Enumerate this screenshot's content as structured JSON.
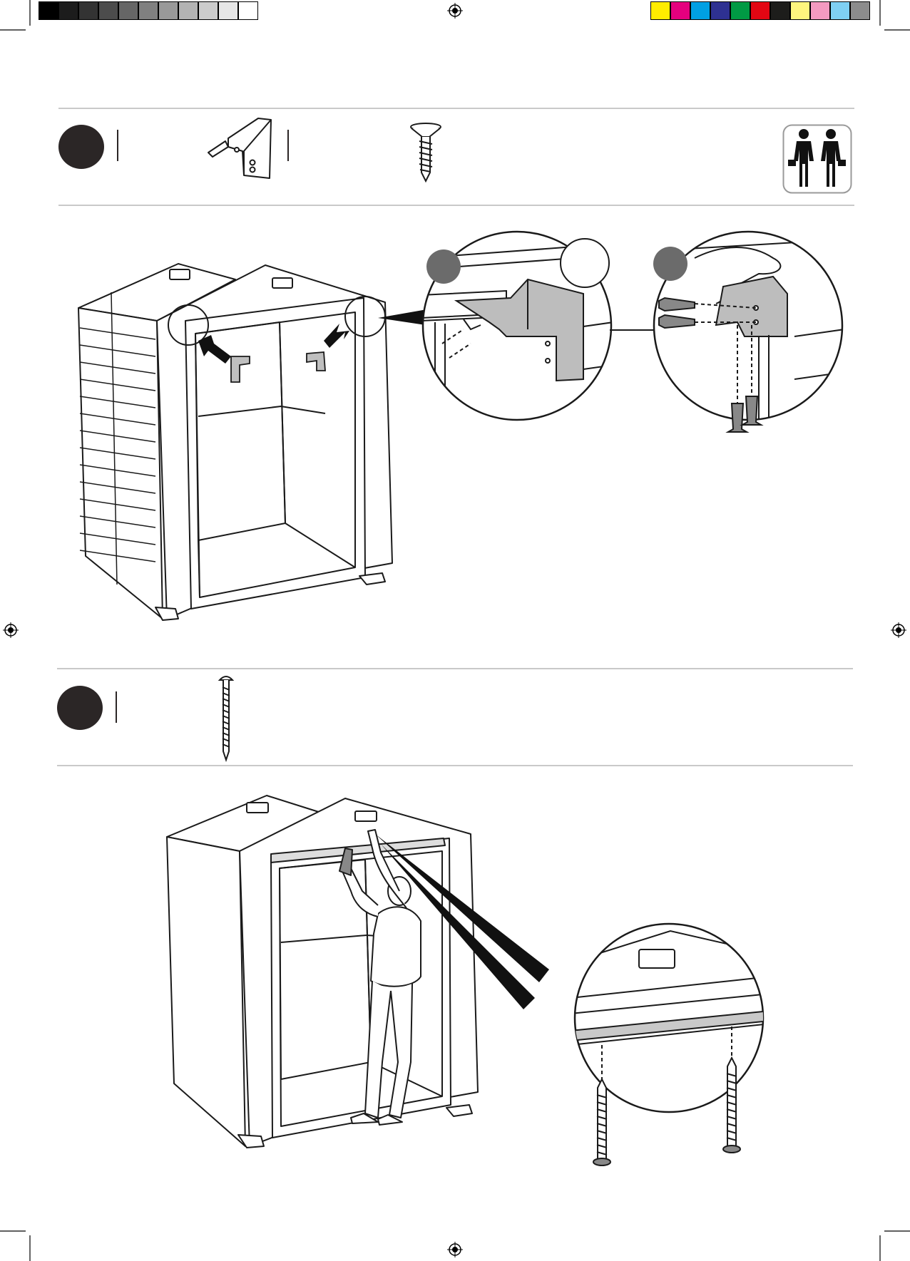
{
  "page": {
    "background": "#ffffff",
    "line_color": "#1a1a1a",
    "rule_color": "#c9c9c9"
  },
  "color_bar": {
    "grays": [
      "#000000",
      "#1c1c1c",
      "#333333",
      "#4c4c4c",
      "#666666",
      "#808080",
      "#999999",
      "#b3b3b3",
      "#cccccc",
      "#e6e6e6",
      "#ffffff"
    ],
    "colors": [
      "#ffec00",
      "#e5007e",
      "#00a0e3",
      "#2e3192",
      "#009a44",
      "#e30613",
      "#1d1d1b",
      "#fff67e",
      "#f49ac1",
      "#7fd0f3",
      "#8c8c8c"
    ]
  },
  "registration_marks": [
    "registration-mark-top",
    "registration-mark-left",
    "registration-mark-right",
    "registration-mark-bottom"
  ],
  "steps": [
    {
      "id": "step-a",
      "parts": [
        "corner-bracket",
        "countersunk-screw"
      ],
      "persons_icon": "two-persons-icon",
      "details": [
        "detail-circle-bracket-placement",
        "detail-circle-bracket-screwing"
      ]
    },
    {
      "id": "step-b",
      "parts": [
        "long-screw"
      ],
      "details": [
        "detail-circle-header-screws"
      ]
    }
  ]
}
